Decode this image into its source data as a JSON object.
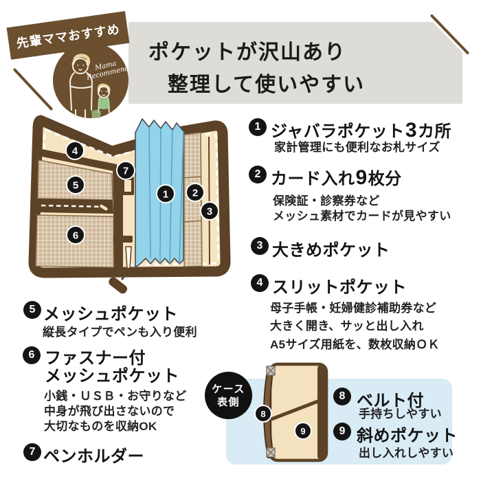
{
  "badge": {
    "ribbon_label": "先輩ママおすすめ",
    "stamp_line1": "Mama",
    "stamp_line2": "Recommend"
  },
  "title": {
    "line1": "ポケットが沢山あり",
    "line2": "整理して使いやすい"
  },
  "features": [
    {
      "num": "1",
      "title_pre": "ジャバラポケット",
      "title_num": "3",
      "title_suf": "カ所",
      "desc1": "家計管理にも便利なお札サイズ"
    },
    {
      "num": "2",
      "title_pre": "カード入れ",
      "title_num": "9",
      "title_suf": "枚分",
      "desc1": "保険証・診察券など",
      "desc2": "メッシュ素材でカードが見やすい"
    },
    {
      "num": "3",
      "title_pre": "大きめポケット"
    },
    {
      "num": "4",
      "title_pre": "スリットポケット",
      "desc1": "母子手帳・妊婦健診補助券など",
      "desc2": "大きく開き、サッと出し入れ",
      "desc3": "A5サイズ用紙を、数枚収納ＯＫ"
    },
    {
      "num": "5",
      "title_pre": "メッシュポケット",
      "desc1": "縦長タイプでペンも入り便利"
    },
    {
      "num": "6",
      "title_pre": "ファスナー付",
      "title_line2": "メッシュポケット",
      "desc1": "小銭・ＵＳＢ・お守りなど",
      "desc2": "中身が飛び出さないので",
      "desc3": "大切なものを収納OK"
    },
    {
      "num": "7",
      "title_pre": "ペンホルダー"
    },
    {
      "num": "8",
      "title_pre": "ベルト付",
      "desc1": "手持ちしやすい"
    },
    {
      "num": "9",
      "title_pre": "斜めポケット",
      "desc1": "出し入れしやすい"
    }
  ],
  "diagram": {
    "open_markers": [
      "1",
      "2",
      "3",
      "4",
      "5",
      "6",
      "7"
    ],
    "front_markers": [
      "8",
      "9"
    ],
    "front_label_line1": "ケース",
    "front_label_line2": "表側"
  },
  "palette": {
    "brown": "#5c4226",
    "ribbon_brown": "#6b4f2e",
    "cream": "#f6e4c1",
    "mesh_tan": "#cdb69a",
    "accordion_blue": "#94d3e9",
    "panel_blue": "#d9ebf5",
    "title_gray": "#dedcd6",
    "badge_black": "#141414"
  }
}
